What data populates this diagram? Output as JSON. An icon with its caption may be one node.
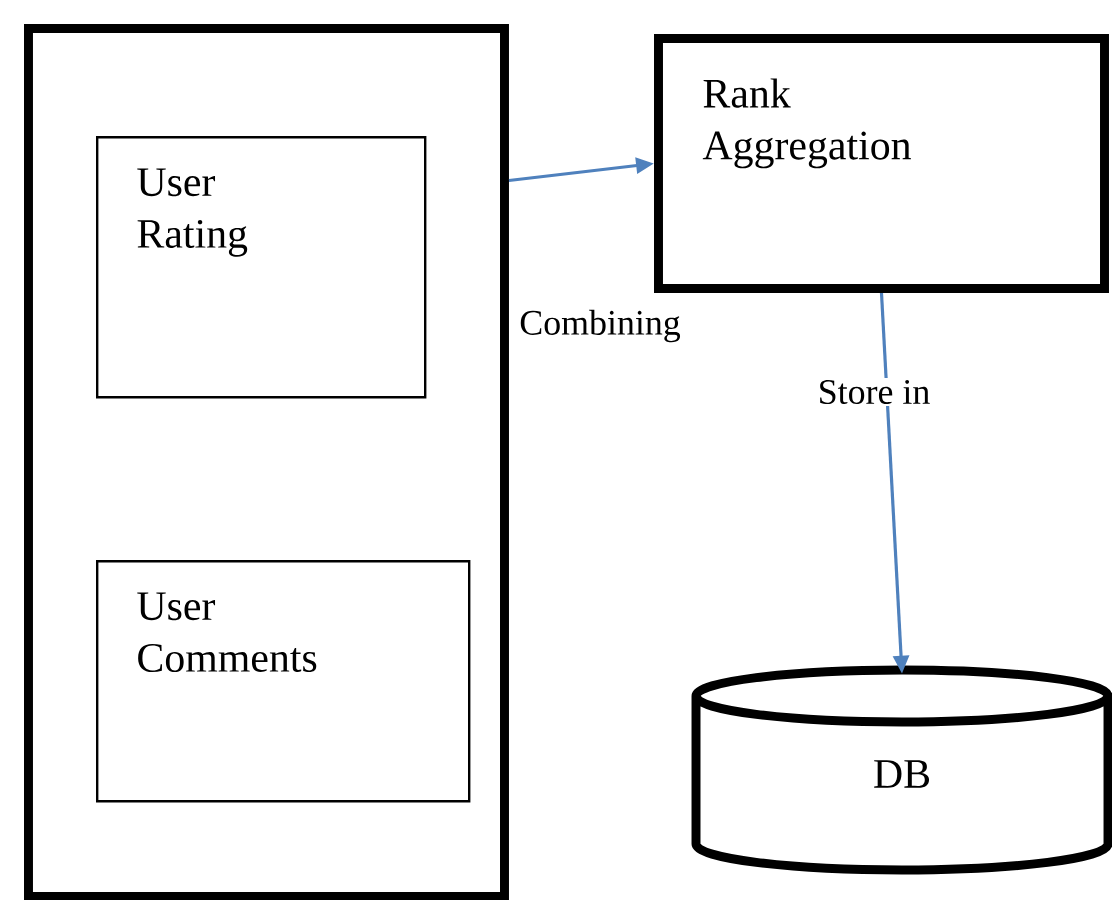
{
  "diagram": {
    "nodes": [
      {
        "text": [],
        "shape": "box"
      },
      {
        "text": [
          "User Rating"
        ],
        "in": 0
      },
      {
        "text": [
          "User Comments"
        ],
        "in": 0
      },
      {
        "text": [
          "Rank Aggregation"
        ]
      },
      {
        "text": [
          "DB"
        ]
      }
    ],
    "edges": [
      {
        "from": 0,
        "to": 3,
        "arrow": "to",
        "label": "Combining"
      },
      {
        "from": 3,
        "to": 4,
        "arrow": "to",
        "label": "Store in"
      }
    ]
  }
}
